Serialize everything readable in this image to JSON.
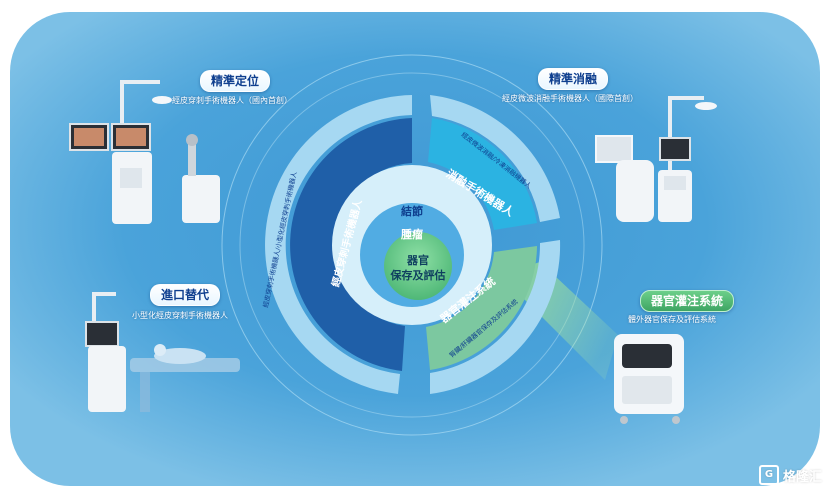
{
  "colors": {
    "bg_outer": "#5aa8d6",
    "bg_inner": "#2f86c6",
    "ring_dark_blue": "#1f5fa8",
    "ring_light_blue": "#9fd3f0",
    "ring_cyan": "#2bb3e2",
    "ring_green": "#7cc8a0",
    "core_green": "#6ccf8a",
    "core_blue": "#3aa0de",
    "pill_text": "#0f3f8f"
  },
  "center": {
    "line1": "結節",
    "line2": "腫瘤",
    "core_line1": "器官",
    "core_line2": "保存及評估"
  },
  "segments": {
    "left_inner": "經皮穿刺手術機器人",
    "left_outer": "經皮穿刺手術機器人/小型化經皮穿刺手術機器人",
    "top_right_inner": "消融手術機器人",
    "top_right_outer": "經皮微波消融/冷凍消融機器人",
    "bottom_right_inner": "器官灌注系統",
    "bottom_right_outer": "腎臟/肝臟器官保存及評估系統"
  },
  "callouts": {
    "top_left": {
      "title": "精準定位",
      "desc": "經皮穿刺手術機器人（國內首創）"
    },
    "top_right": {
      "title": "精準消融",
      "desc": "經皮微波消融手術機器人（國際首創）"
    },
    "bottom_left": {
      "title": "進口替代",
      "desc": "小型化經皮穿刺手術機器人"
    },
    "bottom_right": {
      "title": "器官灌注系統",
      "desc": "體外器官保存及評估系統"
    }
  },
  "watermark": {
    "icon": "G",
    "text": "格隆汇"
  }
}
